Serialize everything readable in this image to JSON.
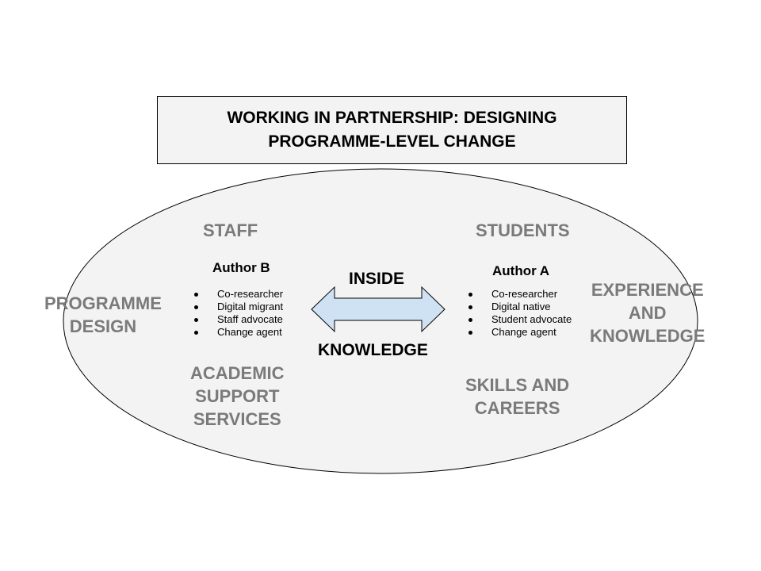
{
  "title": {
    "line1": "WORKING IN PARTNERSHIP: DESIGNING",
    "line2": "PROGRAMME-LEVEL CHANGE"
  },
  "staff": {
    "heading": "STAFF",
    "author": "Author B",
    "roles": [
      "Co-researcher",
      "Digital migrant",
      "Staff advocate",
      "Change agent"
    ]
  },
  "students": {
    "heading": "STUDENTS",
    "author": "Author A",
    "roles": [
      "Co-researcher",
      "Digital native",
      "Student advocate",
      "Change agent"
    ]
  },
  "center": {
    "top": "INSIDE",
    "bottom": "KNOWLEDGE"
  },
  "outer_labels": {
    "programme_design": [
      "PROGRAMME",
      "DESIGN"
    ],
    "academic_support": [
      "ACADEMIC",
      "SUPPORT",
      "SERVICES"
    ],
    "experience": [
      "EXPERIENCE",
      "AND",
      "KNOWLEDGE"
    ],
    "skills": [
      "SKILLS AND",
      "CAREERS"
    ]
  },
  "colors": {
    "ellipse_fill": "#f3f3f3",
    "arrow_fill": "#cfe2f3",
    "label_grey": "#7a7a7a"
  }
}
